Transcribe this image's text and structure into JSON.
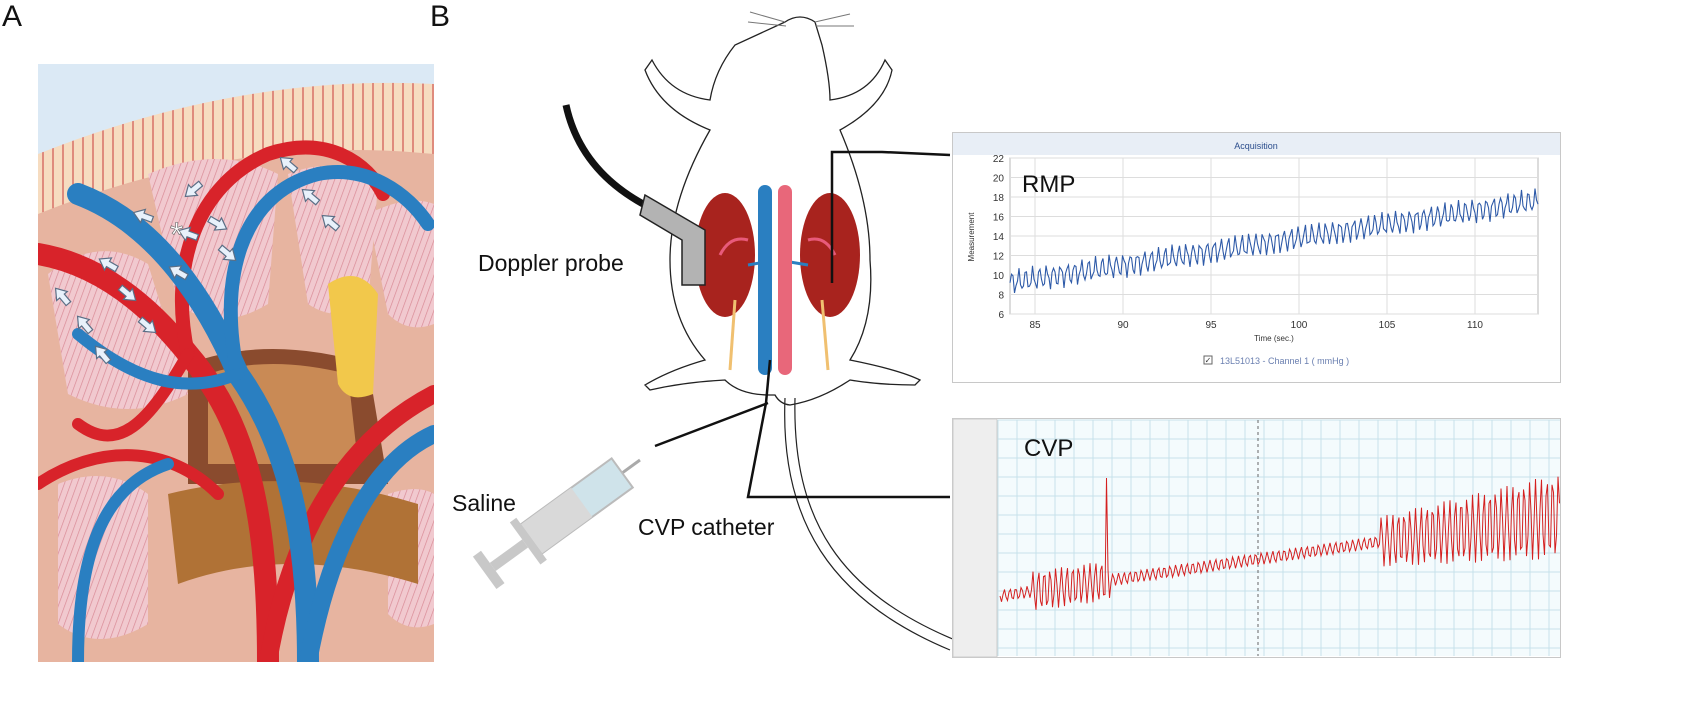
{
  "panels": {
    "a_letter": "A",
    "b_letter": "B"
  },
  "labels": {
    "doppler_probe": "Doppler probe",
    "saline": "Saline",
    "cvp_catheter": "CVP catheter"
  },
  "rmp_chart": {
    "window_title": "Acquisition",
    "trace_label": "RMP",
    "ylabel": "Measurement",
    "xlabel": "Time (sec.)",
    "yticks": [
      "6",
      "8",
      "10",
      "12",
      "14",
      "16",
      "18",
      "20",
      "22"
    ],
    "xticks": [
      "85",
      "90",
      "95",
      "100",
      "105",
      "110"
    ],
    "legend": "13L51013 - Channel 1 ( mmHg )",
    "trace_color": "#2e5aa8"
  },
  "cvp_chart": {
    "trace_label": "CVP",
    "trace_color": "#d42020"
  },
  "colors": {
    "artery": "#d8232a",
    "vein": "#2a7fc1",
    "tissue": "#eab7bf",
    "kidney": "#a8231e"
  },
  "icons": [
    "asterisk-icon",
    "flow-arrow-icon",
    "syringe-icon",
    "doppler-probe-icon",
    "rat-silhouette-icon"
  ]
}
